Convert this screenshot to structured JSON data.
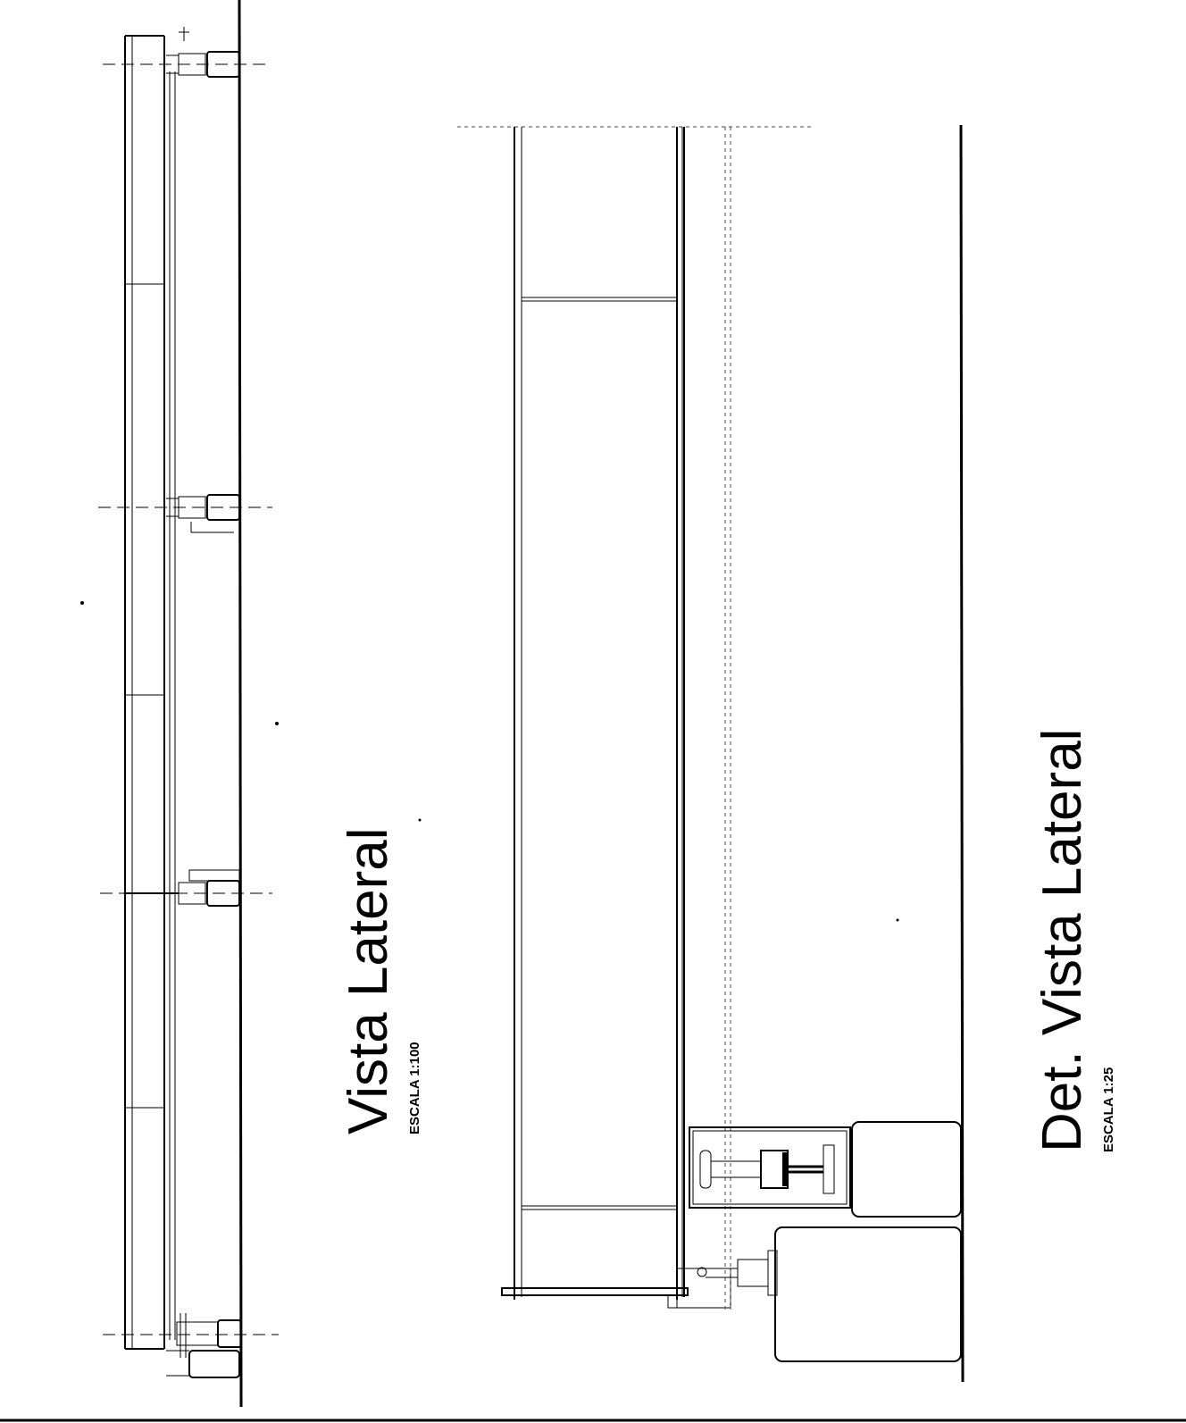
{
  "drawing": {
    "view_1": {
      "title": "Vista Lateral",
      "scale": "ESCALA 1:100"
    },
    "view_2": {
      "title": "Det. Vista Lateral",
      "scale": "ESCALA 1:25"
    }
  }
}
